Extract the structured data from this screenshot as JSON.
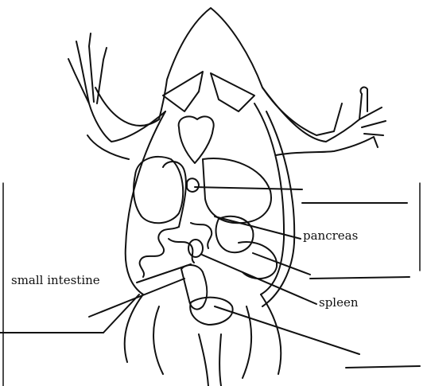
{
  "labels": {
    "pancreas": "pancreas",
    "small_intestine": "small intestine",
    "spleen": "spleen"
  },
  "colors": {
    "ink": "#111111",
    "paper": "#ffffff"
  }
}
